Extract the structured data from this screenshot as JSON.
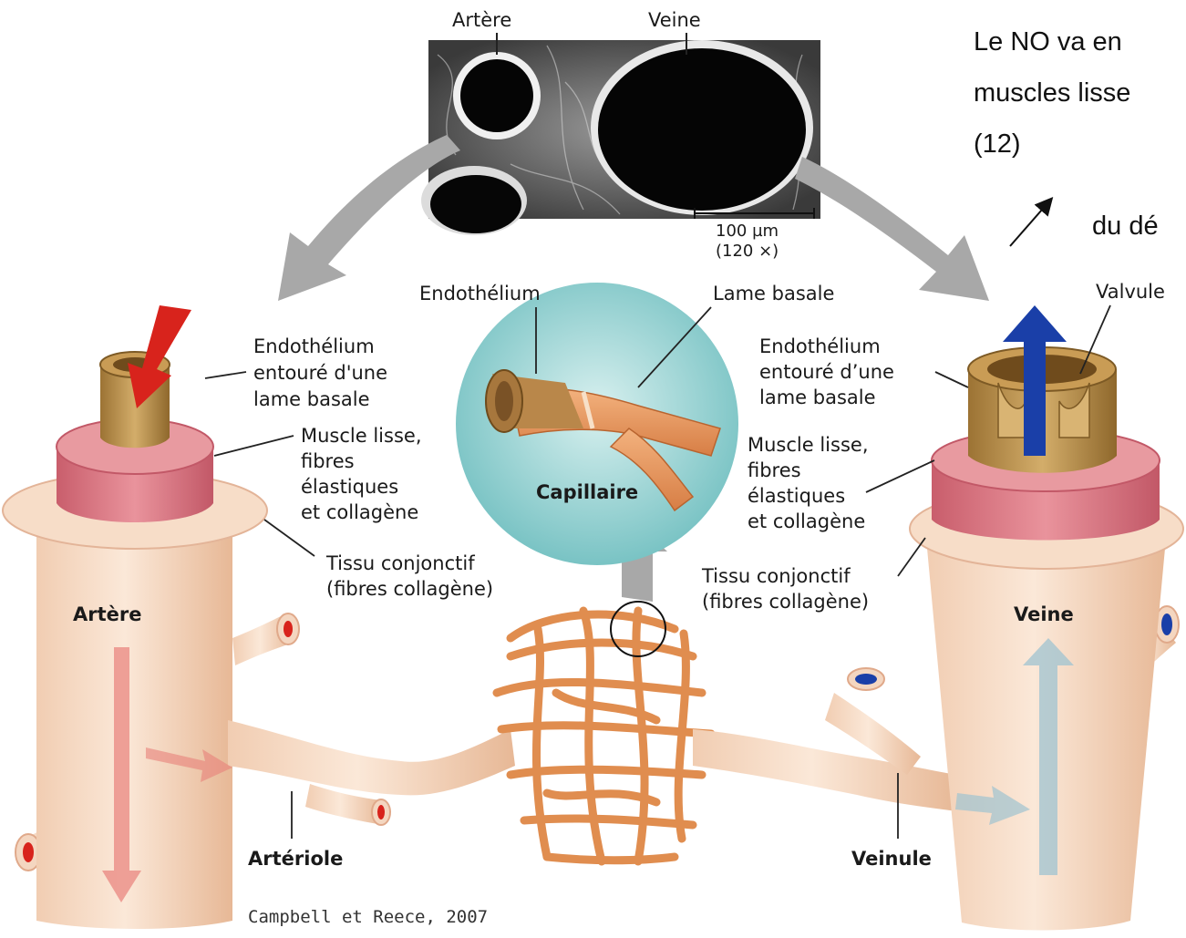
{
  "micrograph": {
    "label_artery": "Artère",
    "label_vein": "Veine",
    "scale_value": "100 µm",
    "scale_magnification": "(120 ×)"
  },
  "slide_text": {
    "line1": "Le NO va en",
    "line2": "muscles lisse",
    "line3": "(12)",
    "line4": "du dé"
  },
  "capillary": {
    "endothelium": "Endothélium",
    "basal_lamina": "Lame basale",
    "name": "Capillaire"
  },
  "artery": {
    "endothelium_lines": [
      "Endothélium",
      "entouré d'une",
      "lame basale"
    ],
    "muscle_lines": [
      "Muscle lisse,",
      "fibres",
      "élastiques",
      "et collagène"
    ],
    "connective_lines": [
      "Tissu conjonctif",
      "(fibres collagène)"
    ],
    "name": "Artère",
    "arteriole": "Artériole"
  },
  "vein": {
    "valve": "Valvule",
    "endothelium_lines": [
      "Endothélium",
      "entouré d’une",
      "lame basale"
    ],
    "muscle_lines": [
      "Muscle lisse,",
      "fibres",
      "élastiques",
      "et collagène"
    ],
    "connective_lines": [
      "Tissu conjonctif",
      "(fibres collagène)"
    ],
    "name": "Veine",
    "venule": "Veinule"
  },
  "credit": "Campbell et Reece, 2007",
  "colors": {
    "vessel_outer": "#f6dcc6",
    "vessel_shade": "#e9bfa0",
    "muscle": "#d9737f",
    "endothelium": "#b78a3f",
    "artery_blood": "#d8231c",
    "vein_blood": "#1a3fa8",
    "capillary_orange": "#e79a5a",
    "capillary_bg": "#8fcfd0",
    "pointer_gray": "#9a9a9a"
  }
}
